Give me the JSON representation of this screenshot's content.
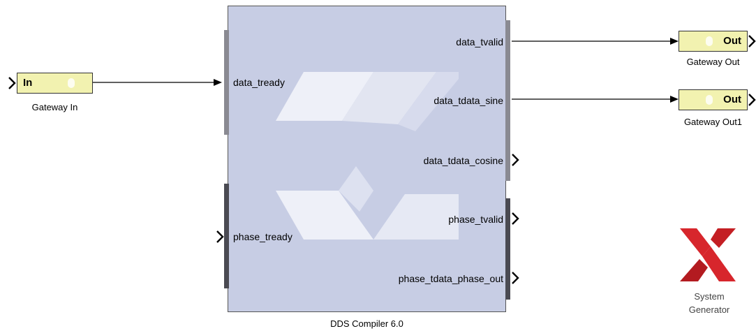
{
  "gateway_in": {
    "label": "Gateway In",
    "text": "In"
  },
  "gateway_out": {
    "label": "Gateway Out",
    "text": "Out"
  },
  "gateway_out1": {
    "label": "Gateway Out1",
    "text": "Out"
  },
  "dds": {
    "label": "DDS Compiler 6.0",
    "inputs": [
      "data_tready",
      "phase_tready"
    ],
    "outputs": [
      "data_tvalid",
      "data_tdata_sine",
      "data_tdata_cosine",
      "phase_tvalid",
      "phase_tdata_phase_out"
    ]
  },
  "system_generator": {
    "line1": "System",
    "line2": "Generator"
  },
  "colors": {
    "gateway_fill": "#f2f2b0",
    "dds_fill": "#c7cde4",
    "logo_red": "#d7262c"
  }
}
